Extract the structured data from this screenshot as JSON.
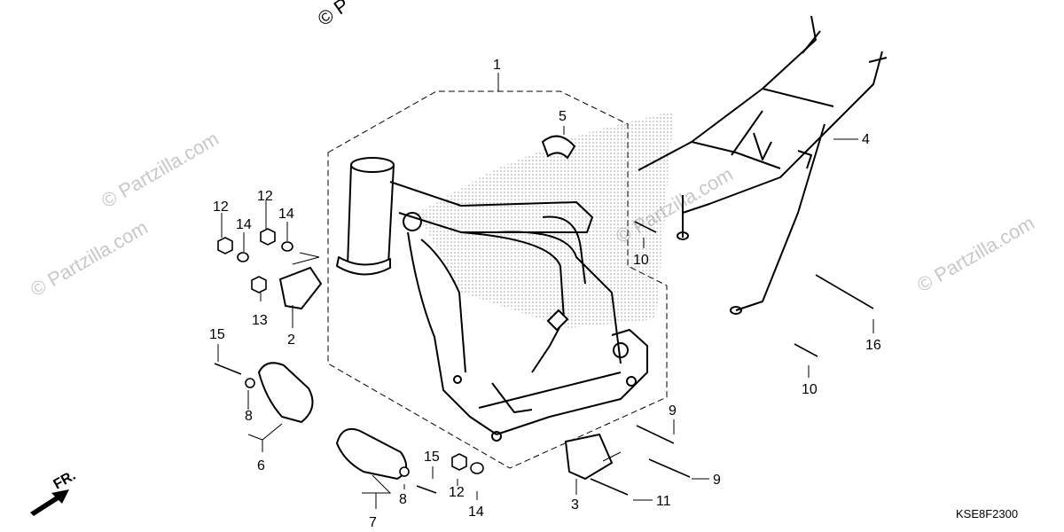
{
  "watermark": {
    "text": "© Partzilla.com",
    "corner_symbol": "© P"
  },
  "callouts": {
    "c1": "1",
    "c2": "2",
    "c3": "3",
    "c4": "4",
    "c5": "5",
    "c6": "6",
    "c7": "7",
    "c8a": "8",
    "c8b": "8",
    "c9a": "9",
    "c9b": "9",
    "c10a": "10",
    "c10b": "10",
    "c11": "11",
    "c12a": "12",
    "c12b": "12",
    "c12c": "12",
    "c13": "13",
    "c14a": "14",
    "c14b": "14",
    "c14c": "14",
    "c15a": "15",
    "c15b": "15",
    "c16": "16"
  },
  "front_indicator": "FR.",
  "diagram_code": "KSE8F2300"
}
